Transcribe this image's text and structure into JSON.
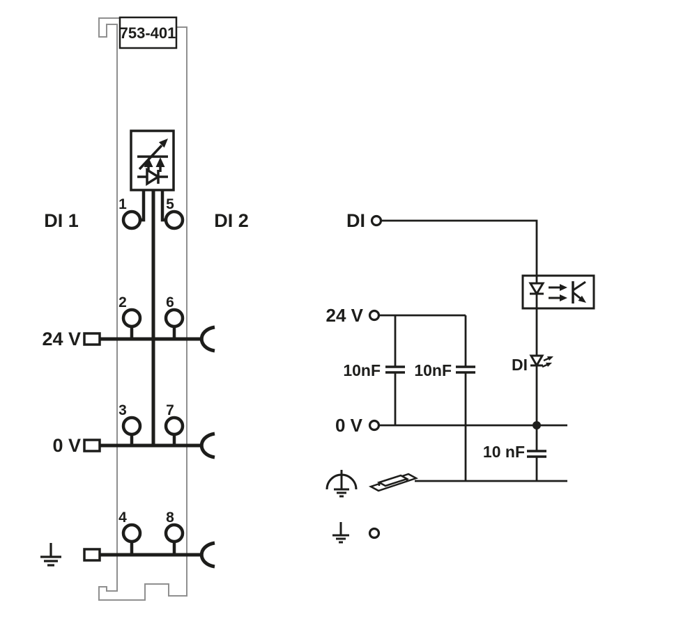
{
  "colors": {
    "ink": "#1d1d1b",
    "module_outline_gray": "#8f8f8f",
    "background": "#ffffff"
  },
  "module": {
    "part_number": "753-401",
    "left_channel_label": "DI 1",
    "right_channel_label": "DI 2",
    "supply_24v_label": "24 V",
    "supply_0v_label": "0 V",
    "terminal_numbers": [
      "1",
      "2",
      "3",
      "4",
      "5",
      "6",
      "7",
      "8"
    ]
  },
  "schematic": {
    "input_label": "DI",
    "supply_24v_label": "24 V",
    "supply_0v_label": "0 V",
    "capacitor1_label": "10nF",
    "capacitor2_label": "10nF",
    "capacitor3_label": "10 nF",
    "led_label": "DI"
  },
  "icons": {
    "filter_symbol": "opto-isolator-icon",
    "diode_symbol": "diode-icon",
    "led_symbol": "led-icon",
    "phototransistor_symbol": "phototransistor-icon",
    "capacitor_symbol": "capacitor-icon",
    "earth": "earth-ground-icon",
    "shield_earth": "shield-earth-icon",
    "din_rail": "din-rail-icon",
    "junction": "junction-dot"
  }
}
